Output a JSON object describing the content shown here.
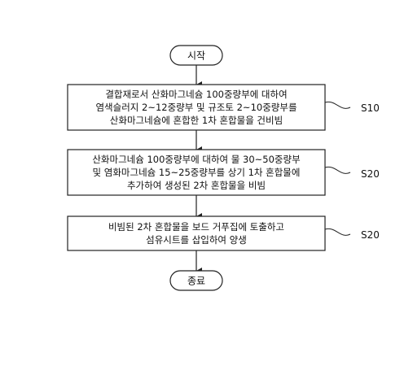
{
  "flowchart": {
    "start": "시작",
    "end": "종료",
    "steps": [
      {
        "lines": [
          "결합재로서 산화마그네슘 100중량부에 대하여",
          "염색슬러지 2~12중량부 및 규조토 2~10중량부를",
          "산화마그네슘에 혼합한 1차 혼합물을 건비빔"
        ],
        "label": "S10"
      },
      {
        "lines": [
          "산화마그네슘 100중량부에 대하여 물 30~50중량부",
          "및 염화마그네슘 15~25중량부를 상기 1차 혼합물에",
          "추가하여 생성된 2차 혼합물을 비빔"
        ],
        "label": "S20"
      },
      {
        "lines": [
          "비빔된 2차 혼합물을 보드 거푸집에 토출하고",
          "섬유시트를 삽입하여 양생"
        ],
        "label": "S20"
      }
    ]
  }
}
